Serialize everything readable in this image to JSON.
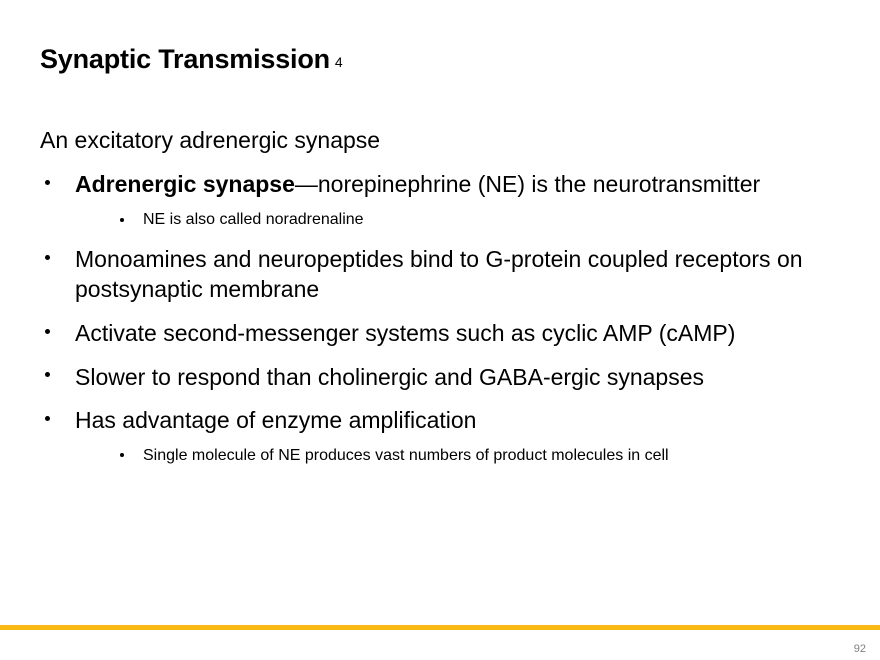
{
  "slide": {
    "title": "Synaptic Transmission",
    "title_suffix": "4",
    "lead_line": "An excitatory adrenergic synapse",
    "bullets": [
      {
        "bold_lead": "Adrenergic synapse",
        "text": "—norepinephrine (NE) is the neurotransmitter",
        "sub_bullets": [
          "NE is also called noradrenaline"
        ]
      },
      {
        "bold_lead": "",
        "text": "Monoamines and neuropeptides bind to G-protein coupled receptors on postsynaptic membrane",
        "sub_bullets": []
      },
      {
        "bold_lead": "",
        "text": "Activate second-messenger systems such as cyclic AMP (cAMP)",
        "sub_bullets": []
      },
      {
        "bold_lead": "",
        "text": "Slower to respond than cholinergic and GABA-ergic synapses",
        "sub_bullets": []
      },
      {
        "bold_lead": "",
        "text": "Has advantage of enzyme amplification",
        "sub_bullets": [
          "Single molecule of NE produces vast numbers of product molecules in cell"
        ]
      }
    ],
    "page_number": "92",
    "accent_color": "#f8b914",
    "text_color": "#000000",
    "page_number_color": "#808080",
    "background_color": "#ffffff"
  }
}
